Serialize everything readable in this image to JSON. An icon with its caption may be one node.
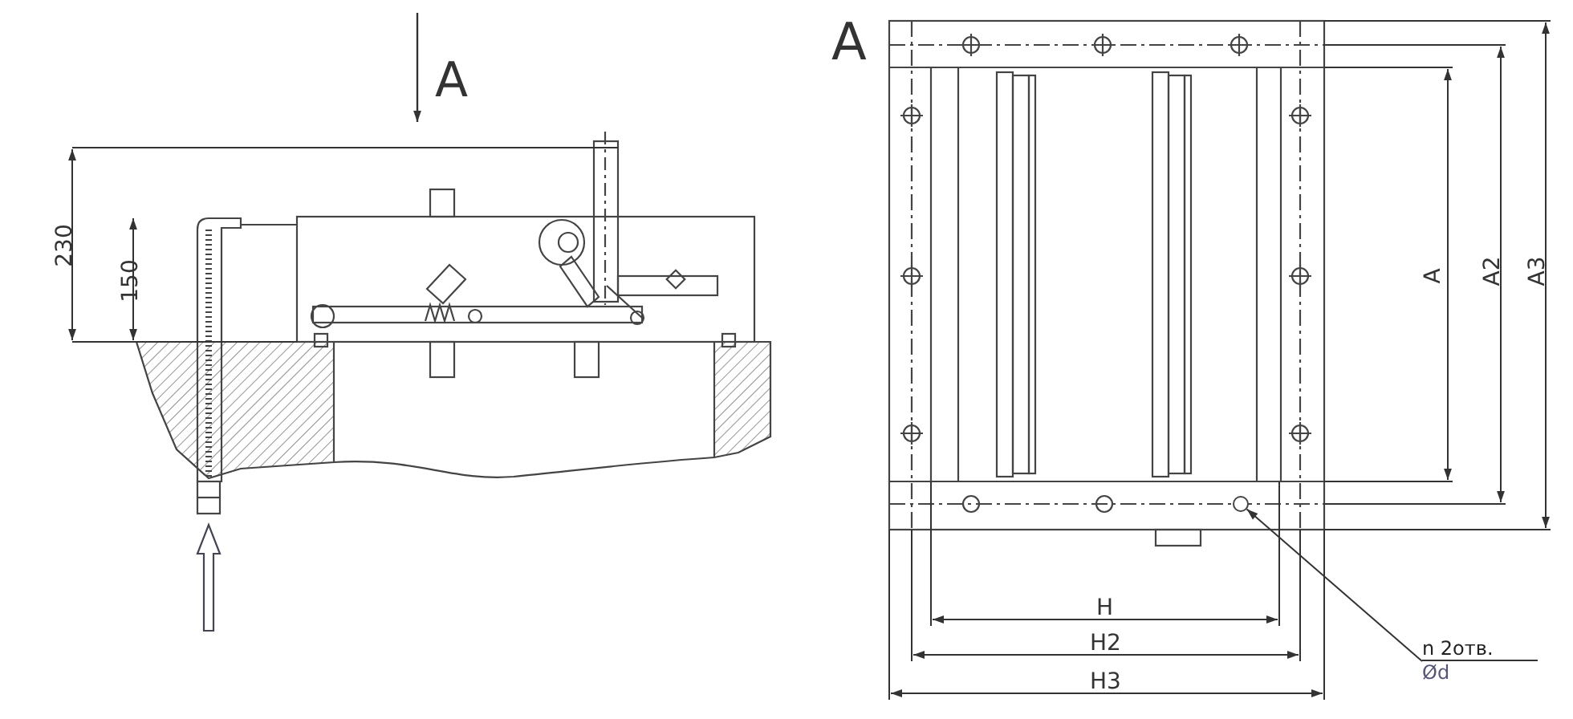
{
  "diagram": {
    "nodes": [
      {
        "text": [
          "n 2отв.",
          "Ød"
        ]
      },
      {
        "text": [],
        "shape": "circle"
      }
    ],
    "edges": [
      {
        "from": 0,
        "to": 1,
        "arrow": "to"
      }
    ],
    "labels": [
      "A",
      "230",
      "150",
      "A",
      "A",
      "A2",
      "A3",
      "H",
      "H2",
      "H3"
    ]
  }
}
